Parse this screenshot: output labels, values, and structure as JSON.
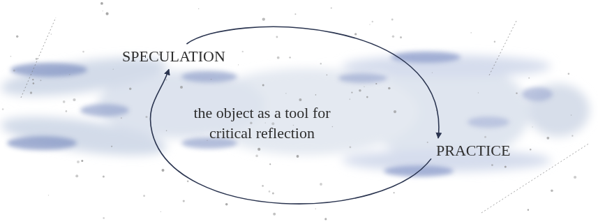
{
  "diagram": {
    "nodes": [
      {
        "text": [
          "SPECULATION"
        ]
      },
      {
        "text": [
          "PRACTICE"
        ]
      }
    ],
    "edges": [
      {
        "from": 0,
        "to": 1,
        "arrow": "to"
      },
      {
        "from": 1,
        "to": 0,
        "arrow": "to"
      }
    ],
    "labels": [
      "the object as a tool for critical reflection"
    ]
  }
}
